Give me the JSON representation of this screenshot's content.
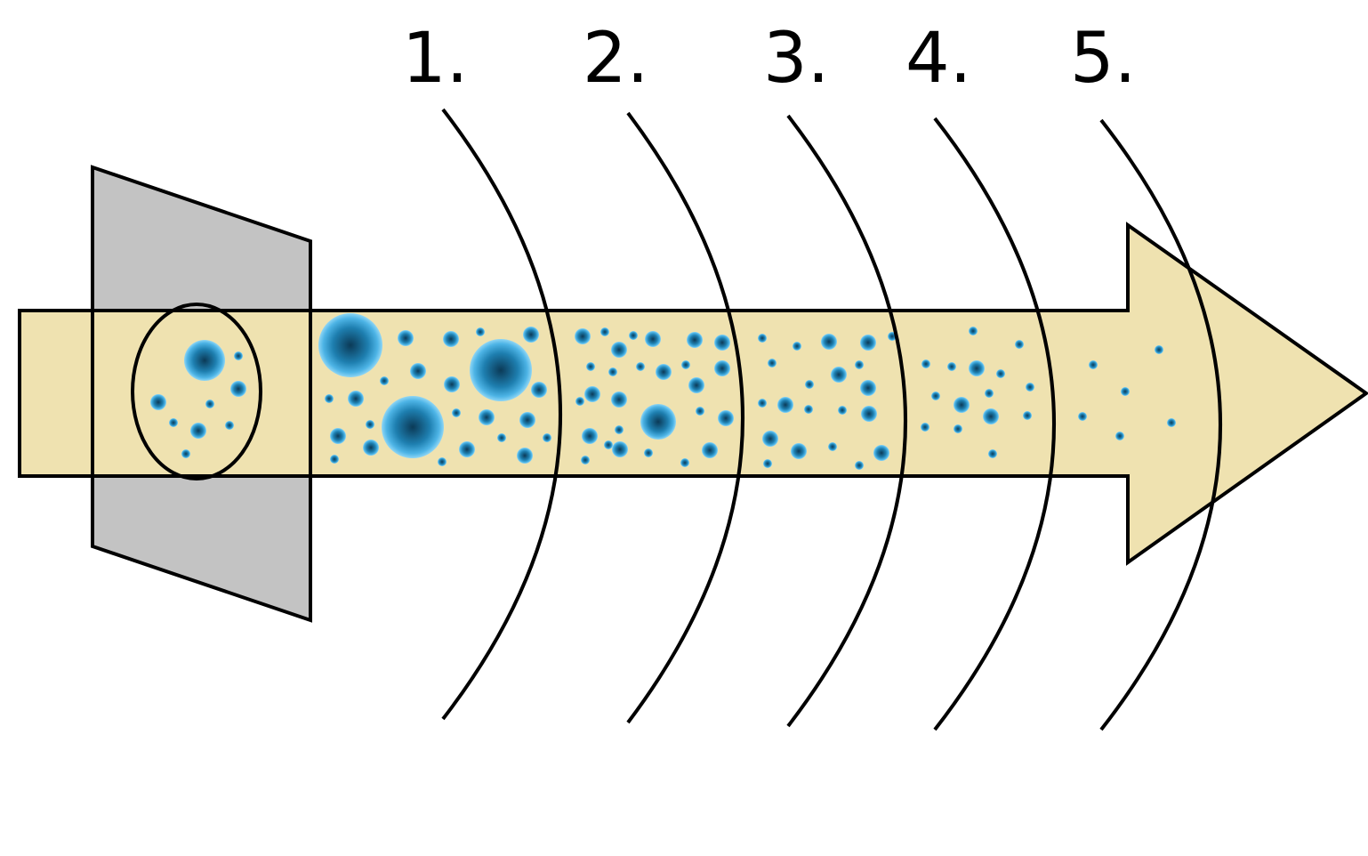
{
  "stages": [
    {
      "label": "1."
    },
    {
      "label": "2."
    },
    {
      "label": "3."
    },
    {
      "label": "4."
    },
    {
      "label": "5."
    }
  ],
  "colors": {
    "arrow_fill": "#EFE2B0",
    "filter_fill": "#C3C3C3",
    "particle_light": "#5FC1EE",
    "particle_dark": "#0B3A57",
    "stroke": "#000000"
  }
}
